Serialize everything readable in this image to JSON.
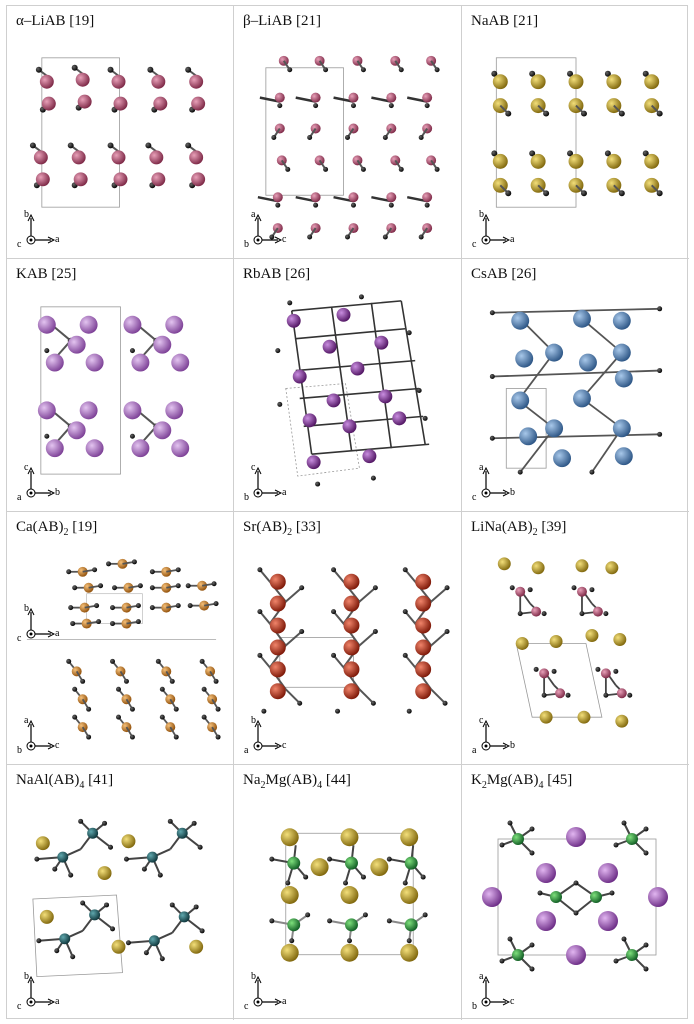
{
  "panels": [
    {
      "id": "a-liab",
      "label": "α–LiAB [19]",
      "axes": {
        "up": "b",
        "right": "a",
        "out": "c"
      },
      "atom": "#b04a6a"
    },
    {
      "id": "b-liab",
      "label": "β–LiAB [21]",
      "axes": {
        "up": "a",
        "right": "c",
        "out": "b"
      },
      "atom": "#b04a6a"
    },
    {
      "id": "naab",
      "label": "NaAB [21]",
      "axes": {
        "up": "b",
        "right": "a",
        "out": "c"
      },
      "atom": "#c9a323"
    },
    {
      "id": "kab",
      "label": "KAB [25]",
      "axes": {
        "up": "c",
        "right": "b",
        "out": "a"
      },
      "atom": "#b57fc8"
    },
    {
      "id": "rbab",
      "label": "RbAB [26]",
      "axes": {
        "up": "c",
        "right": "a",
        "out": "b"
      },
      "atom": "#7b2a96"
    },
    {
      "id": "csab",
      "label": "CsAB [26]",
      "axes": {
        "up": "a",
        "right": "b",
        "out": "c"
      },
      "atom": "#4a7bb0"
    },
    {
      "id": "caab2",
      "label_main": "Ca(AB)",
      "label_sub": "2",
      "label_tail": " [19]",
      "axes": {
        "up": "b",
        "right": "a",
        "out": "c"
      },
      "axes2": {
        "up": "a",
        "right": "c",
        "out": "b"
      },
      "atom": "#d9821e"
    },
    {
      "id": "srab2",
      "label_main": "Sr(AB)",
      "label_sub": "2",
      "label_tail": " [33]",
      "axes": {
        "up": "b",
        "right": "c",
        "out": "a"
      },
      "atom": "#c0391f"
    },
    {
      "id": "linaab2",
      "label_main": "LiNa(AB)",
      "label_sub": "2",
      "label_tail": " [39]",
      "axes": {
        "up": "c",
        "right": "b",
        "out": "a"
      },
      "atom": "#b04a6a",
      "atom2": "#c9a323"
    },
    {
      "id": "naalab4",
      "label_main": "NaAl(AB)",
      "label_sub": "4",
      "label_tail": " [41]",
      "axes": {
        "up": "b",
        "right": "a",
        "out": "c"
      },
      "atom": "#1e5f66",
      "atom2": "#c9a323"
    },
    {
      "id": "na2mgab4",
      "label_pre": "Na",
      "label_pre_sub": "2",
      "label_main": "Mg(AB)",
      "label_sub": "4",
      "label_tail": " [44]",
      "axes": {
        "up": "b",
        "right": "a",
        "out": "c"
      },
      "atom": "#2aa84a",
      "atom2": "#c9a323"
    },
    {
      "id": "k2mgab4",
      "label_pre": "K",
      "label_pre_sub": "2",
      "label_main": "Mg(AB)",
      "label_sub": "4",
      "label_tail": " [45]",
      "axes": {
        "up": "a",
        "right": "c",
        "out": "b"
      },
      "atom": "#2aa84a",
      "atom2": "#a65bc4"
    }
  ]
}
